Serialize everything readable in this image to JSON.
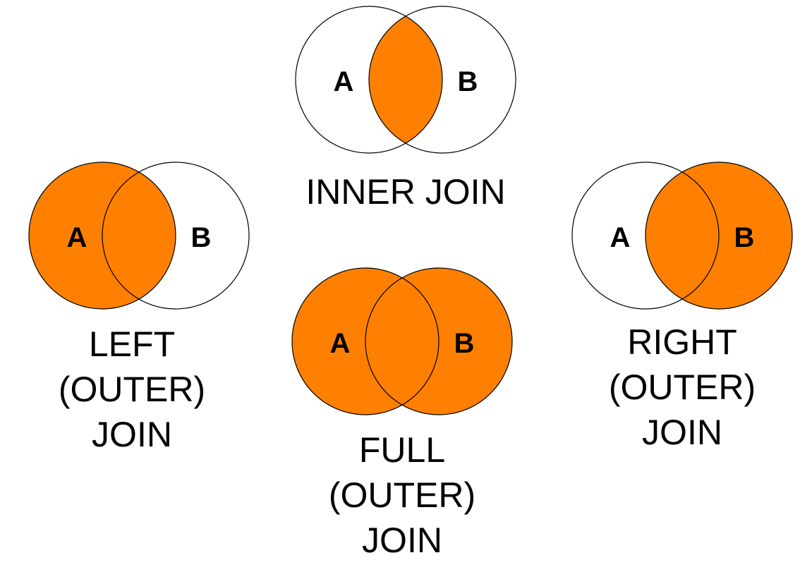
{
  "colors": {
    "highlight": "#FF8000",
    "outline": "#000000",
    "background": "#FFFFFF"
  },
  "diagrams": {
    "inner": {
      "set_a_label": "A",
      "set_b_label": "B",
      "caption": [
        "INNER JOIN"
      ]
    },
    "left": {
      "set_a_label": "A",
      "set_b_label": "B",
      "caption": [
        "LEFT",
        "(OUTER)",
        "JOIN"
      ]
    },
    "full": {
      "set_a_label": "A",
      "set_b_label": "B",
      "caption": [
        "FULL",
        "(OUTER)",
        "JOIN"
      ]
    },
    "right": {
      "set_a_label": "A",
      "set_b_label": "B",
      "caption": [
        "RIGHT",
        "(OUTER)",
        "JOIN"
      ]
    }
  }
}
